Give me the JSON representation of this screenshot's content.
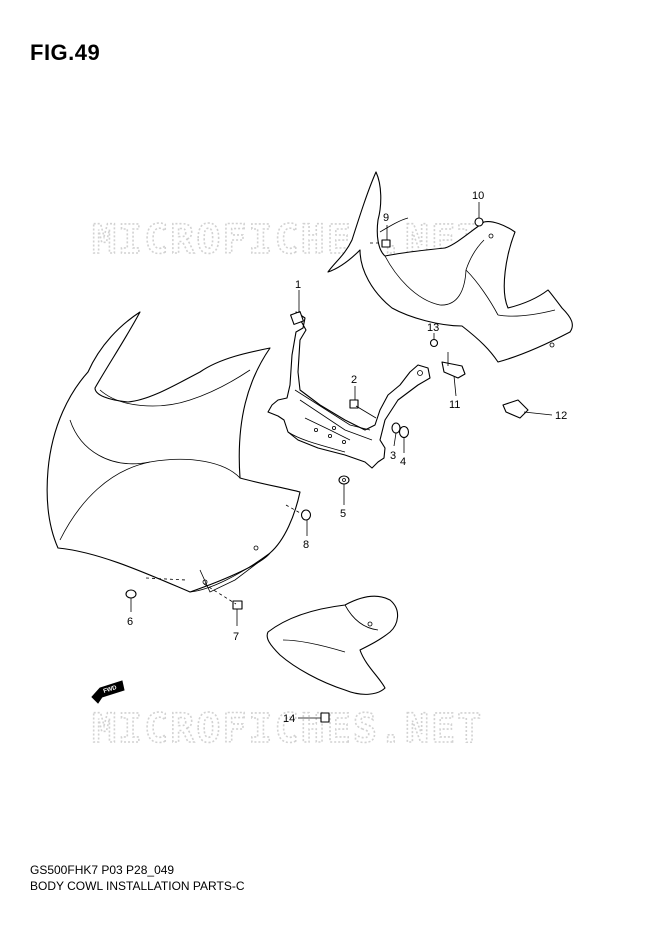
{
  "figure": {
    "title": "FIG.49"
  },
  "footer": {
    "code": "GS500FHK7 P03 P28_049",
    "description": "BODY COWL INSTALLATION PARTS-C"
  },
  "watermark": {
    "text": "MICROFICHES.NET"
  },
  "forward_marker": {
    "label": "FWD"
  },
  "callouts": [
    "1",
    "2",
    "3",
    "4",
    "5",
    "6",
    "7",
    "8",
    "9",
    "10",
    "11",
    "12",
    "13",
    "14"
  ],
  "colors": {
    "line": "#000000",
    "watermark": "#d2d2d2",
    "background": "#ffffff"
  }
}
